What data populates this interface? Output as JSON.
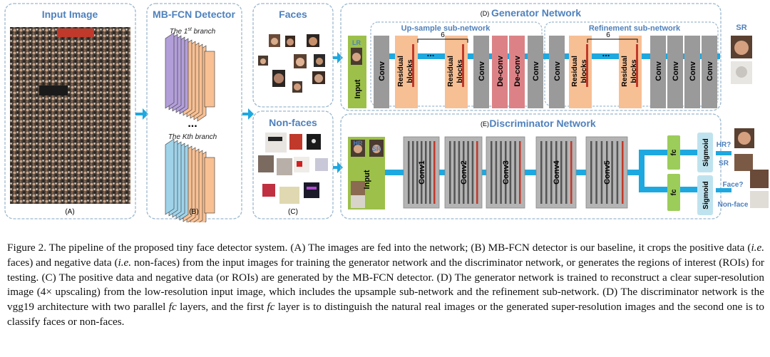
{
  "colors": {
    "panel_border": "#9bb8cf",
    "heading_blue": "#4f81bd",
    "arrow_blue": "#1ea8e0",
    "input_green": "#9cc04a",
    "conv_gray": "#9a9a9a",
    "residual_peach": "#f7bf94",
    "deconv_red": "#dc8286",
    "sigmoid_cyan": "#bfe3ee",
    "fc_green": "#9ccc5a",
    "branch_purple": "#b29fd9",
    "branch_blue": "#9fd3ea",
    "branch_orange": "#f8c093"
  },
  "panels": {
    "input_image": {
      "title": "Input Image",
      "letter": "(A)",
      "image": "crowd-photo"
    },
    "mbfcn": {
      "title": "MB-FCN Detector",
      "branch1": "The 1st branch",
      "branch1_prefix": "The 1",
      "branch1_sup": "st",
      "branch1_suffix": " branch",
      "dots": "...",
      "branchK": "The Kth branch",
      "letter": "(B)"
    },
    "faces": {
      "title": "Faces",
      "image": "face-crops"
    },
    "nonfaces": {
      "title": "Non-faces",
      "letter": "(C)",
      "image": "non-face-crops"
    },
    "generator": {
      "letter": "(D)",
      "title": "Generator Network",
      "upsample_title": "Up-sample sub-network",
      "refinement_title": "Refinement sub-network",
      "lr": "LR",
      "input": "Input",
      "conv": "Conv",
      "residual": "Residual blocks",
      "residual_line1": "Residual",
      "residual_line2": "blocks",
      "deconv": "De-conv",
      "repeat": "6",
      "ellipsis": "...",
      "sr": "SR"
    },
    "discriminator": {
      "letter": "(E)",
      "title": "Discriminator Network",
      "hr": "HR",
      "sr": "SR",
      "input": "Input",
      "convs": [
        "Conv1",
        "Conv2",
        "Conv3",
        "Conv4",
        "Conv5"
      ],
      "fc": "fc",
      "sigmoid": "Sigmoid",
      "out1_q": "HR?",
      "out1_a": "SR",
      "out2_q": "Face?",
      "out2_a": "Non-face"
    }
  },
  "caption": {
    "p1": "Figure 2. The pipeline of the proposed tiny face detector system. (A) The images are fed into the network; (B) MB-FCN detector is our baseline, it crops the positive data (",
    "ie1": "i.e.",
    "p2": " faces) and negative data (",
    "ie2": "i.e.",
    "p3": " non-faces) from the input images for training the generator network and the discriminator network, or generates the regions of interest (ROIs) for testing. (C) The positive data and negative data (or ROIs) are generated by the MB-FCN detector. (D) The generator network is trained to reconstruct a clear super-resolution image (4× upscaling) from the low-resolution input image, which includes the upsample sub-network and the refinement sub-network. (D) The discriminator network is the vgg19 architecture with two parallel ",
    "fc1": "fc",
    "p4": " layers, and the first ",
    "fc2": "fc",
    "p5": " layer is to distinguish the natural real images or the generated super-resolution images and the second one is to classify faces or non-faces."
  }
}
